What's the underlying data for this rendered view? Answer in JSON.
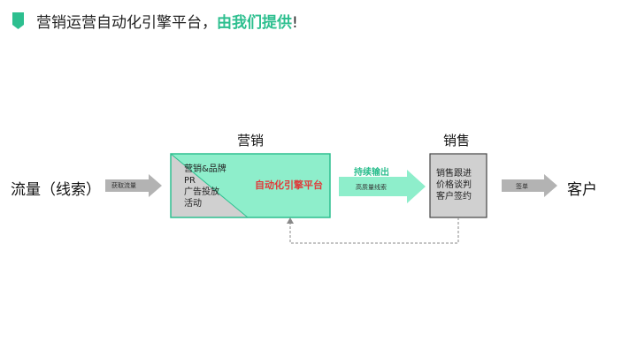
{
  "header": {
    "title_main": "营销运营自动化引擎平台，",
    "title_accent": "由我们提供",
    "title_end": "!"
  },
  "flow": {
    "source_label": "流量（线索）",
    "arrow1_label": "获取流量",
    "marketing_heading": "营销",
    "marketing_items": [
      "营销&品牌",
      "PR",
      "广告投放",
      "活动"
    ],
    "engine_label": "自动化引擎平台",
    "output_label": "持续输出",
    "arrow2_label": "高质量线索",
    "sales_heading": "销售",
    "sales_items": [
      "销售跟进",
      "价格谈判",
      "客户签约"
    ],
    "arrow3_label": "签单",
    "customer_label": "客户"
  },
  "colors": {
    "accent": "#2dbf8f",
    "engine_fill": "#8eeecb",
    "engine_text": "#e03a3a",
    "box_gray": "#d0d0d0",
    "arrow_gray": "#b3b3b3"
  }
}
